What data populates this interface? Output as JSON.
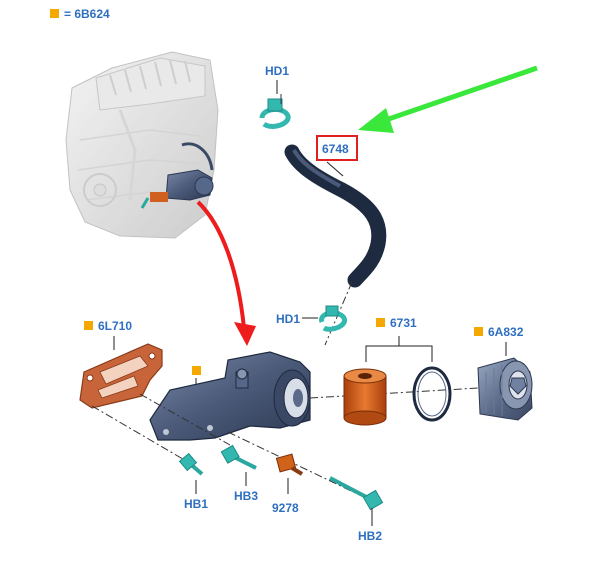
{
  "legend": {
    "marker_color": "#f5a800",
    "text": "= 6B624"
  },
  "labels": {
    "hd1_top": "HD1",
    "hose": "6748",
    "hd1_mid": "HD1",
    "gasket": "6L710",
    "filter": "6731",
    "cap": "6A832",
    "hb1": "HB1",
    "hb3": "HB3",
    "sensor": "9278",
    "hb2": "HB2"
  },
  "colors": {
    "label_text": "#2f6fc0",
    "orange_marker": "#f5a800",
    "highlight_box": "#e02020",
    "green_arrow": "#39e83a",
    "red_arrow": "#ee1c1c",
    "housing": "#4a5a78",
    "filter_element": "#d0621a",
    "gasket": "#c8643a",
    "clamp": "#33b8b0",
    "bolt": "#2aa79e"
  }
}
